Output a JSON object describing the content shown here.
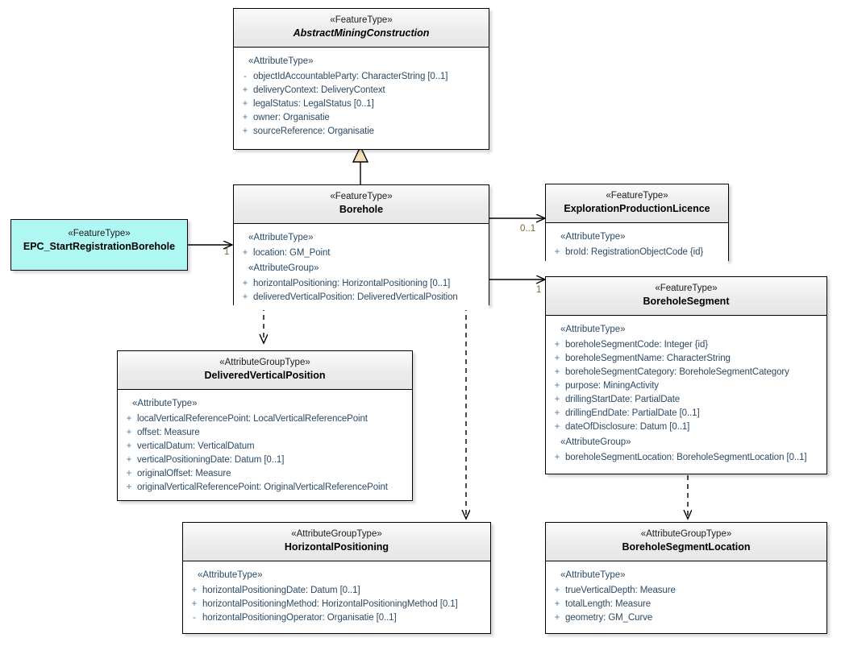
{
  "diagram": {
    "type": "uml-class-diagram",
    "background": "#ffffff",
    "accent_cyan": "#aef7f2",
    "generalization_fill": "#f6dfb6",
    "attribute_text_color": "#2c4a64",
    "multiplicity_color": "#7a6a2e"
  },
  "classes": {
    "abstract_mining_construction": {
      "stereotype": "«FeatureType»",
      "name": "AbstractMiningConstruction",
      "abstract": true,
      "groups": [
        {
          "stereotype": "«AttributeType»",
          "attributes": [
            {
              "visibility": "-",
              "text": "objectIdAccountableParty: CharacterString [0..1]"
            },
            {
              "visibility": "+",
              "text": "deliveryContext: DeliveryContext"
            },
            {
              "visibility": "+",
              "text": "legalStatus: LegalStatus [0..1]"
            },
            {
              "visibility": "+",
              "text": "owner: Organisatie"
            },
            {
              "visibility": "+",
              "text": "sourceReference: Organisatie"
            }
          ]
        }
      ]
    },
    "borehole": {
      "stereotype": "«FeatureType»",
      "name": "Borehole",
      "abstract": false,
      "groups": [
        {
          "stereotype": "«AttributeType»",
          "attributes": [
            {
              "visibility": "+",
              "text": "location: GM_Point"
            }
          ]
        },
        {
          "stereotype": "«AttributeGroup»",
          "attributes": [
            {
              "visibility": "+",
              "text": "horizontalPositioning: HorizontalPositioning [0..1]"
            },
            {
              "visibility": "+",
              "text": "deliveredVerticalPosition: DeliveredVerticalPosition"
            }
          ]
        }
      ]
    },
    "epc_start_registration_borehole": {
      "stereotype": "«FeatureType»",
      "name": "EPC_StartRegistrationBorehole",
      "abstract": false,
      "groups": []
    },
    "exploration_production_licence": {
      "stereotype": "«FeatureType»",
      "name": "ExplorationProductionLicence",
      "abstract": false,
      "groups": [
        {
          "stereotype": "«AttributeType»",
          "attributes": [
            {
              "visibility": "+",
              "text": "broId: RegistrationObjectCode {id}"
            }
          ]
        }
      ]
    },
    "borehole_segment": {
      "stereotype": "«FeatureType»",
      "name": "BoreholeSegment",
      "abstract": false,
      "groups": [
        {
          "stereotype": "«AttributeType»",
          "attributes": [
            {
              "visibility": "+",
              "text": "boreholeSegmentCode: Integer {id}"
            },
            {
              "visibility": "+",
              "text": "boreholeSegmentName: CharacterString"
            },
            {
              "visibility": "+",
              "text": "boreholeSegmentCategory: BoreholeSegmentCategory"
            },
            {
              "visibility": "+",
              "text": "purpose: MiningActivity"
            },
            {
              "visibility": "+",
              "text": "drillingStartDate: PartialDate"
            },
            {
              "visibility": "+",
              "text": "drillingEndDate: PartialDate [0..1]"
            },
            {
              "visibility": "+",
              "text": "dateOfDisclosure: Datum [0..1]"
            }
          ]
        },
        {
          "stereotype": "«AttributeGroup»",
          "attributes": [
            {
              "visibility": "+",
              "text": "boreholeSegmentLocation: BoreholeSegmentLocation [0..1]"
            }
          ]
        }
      ]
    },
    "delivered_vertical_position": {
      "stereotype": "«AttributeGroupType»",
      "name": "DeliveredVerticalPosition",
      "abstract": false,
      "groups": [
        {
          "stereotype": "«AttributeType»",
          "attributes": [
            {
              "visibility": "+",
              "text": "localVerticalReferencePoint: LocalVerticalReferencePoint"
            },
            {
              "visibility": "+",
              "text": "offset: Measure"
            },
            {
              "visibility": "+",
              "text": "verticalDatum: VerticalDatum"
            },
            {
              "visibility": "+",
              "text": "verticalPositioningDate: Datum [0..1]"
            },
            {
              "visibility": "+",
              "text": "originalOffset: Measure"
            },
            {
              "visibility": "+",
              "text": "originalVerticalReferencePoint: OriginalVerticalReferencePoint"
            }
          ]
        }
      ]
    },
    "horizontal_positioning": {
      "stereotype": "«AttributeGroupType»",
      "name": "HorizontalPositioning",
      "abstract": false,
      "groups": [
        {
          "stereotype": "«AttributeType»",
          "attributes": [
            {
              "visibility": "+",
              "text": "horizontalPositioningDate: Datum [0..1]"
            },
            {
              "visibility": "+",
              "text": "horizontalPositioningMethod: HorizontalPositioningMethod [0.1]"
            },
            {
              "visibility": "-",
              "text": "horizontalPositioningOperator: Organisatie [0..1]"
            }
          ]
        }
      ]
    },
    "borehole_segment_location": {
      "stereotype": "«AttributeGroupType»",
      "name": "BoreholeSegmentLocation",
      "abstract": false,
      "groups": [
        {
          "stereotype": "«AttributeType»",
          "attributes": [
            {
              "visibility": "+",
              "text": "trueVerticalDepth: Measure"
            },
            {
              "visibility": "+",
              "text": "totalLength: Measure"
            },
            {
              "visibility": "+",
              "text": "geometry: GM_Curve"
            }
          ]
        }
      ]
    }
  },
  "multiplicities": {
    "epc_to_borehole": "1",
    "borehole_to_licence": "0..1",
    "borehole_to_segment": "1"
  }
}
